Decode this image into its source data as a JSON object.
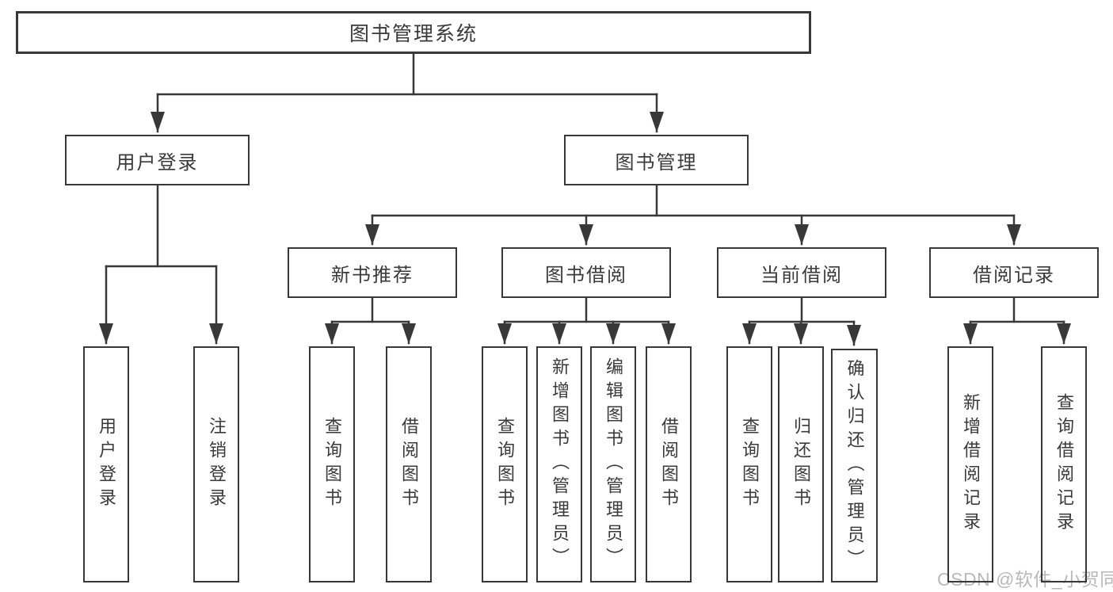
{
  "colors": {
    "line": "#383838",
    "box_border": "#383838",
    "box_background": "#ffffff",
    "text": "#3a3a3a",
    "watermark_text": "#b9b9b9",
    "background": "#ffffff"
  },
  "watermark": {
    "text": "CSDN @软件_小贺同学"
  },
  "tree": {
    "root": {
      "label": "图书管理系统"
    },
    "branches": [
      {
        "label": "用户登录",
        "children": [
          {
            "label": "用户登录"
          },
          {
            "label": "注销登录"
          }
        ]
      },
      {
        "label": "图书管理",
        "children": [
          {
            "label": "新书推荐",
            "children": [
              {
                "label": "查询图书"
              },
              {
                "label": "借阅图书"
              }
            ]
          },
          {
            "label": "图书借阅",
            "children": [
              {
                "label": "查询图书"
              },
              {
                "label": "新增图书（管理员）"
              },
              {
                "label": "编辑图书（管理员）"
              },
              {
                "label": "借阅图书"
              }
            ]
          },
          {
            "label": "当前借阅",
            "children": [
              {
                "label": "查询图书"
              },
              {
                "label": "归还图书"
              },
              {
                "label": "确认归还（管理员）"
              }
            ]
          },
          {
            "label": "借阅记录",
            "children": [
              {
                "label": "新增借阅记录"
              },
              {
                "label": "查询借阅记录"
              }
            ]
          }
        ]
      }
    ]
  }
}
